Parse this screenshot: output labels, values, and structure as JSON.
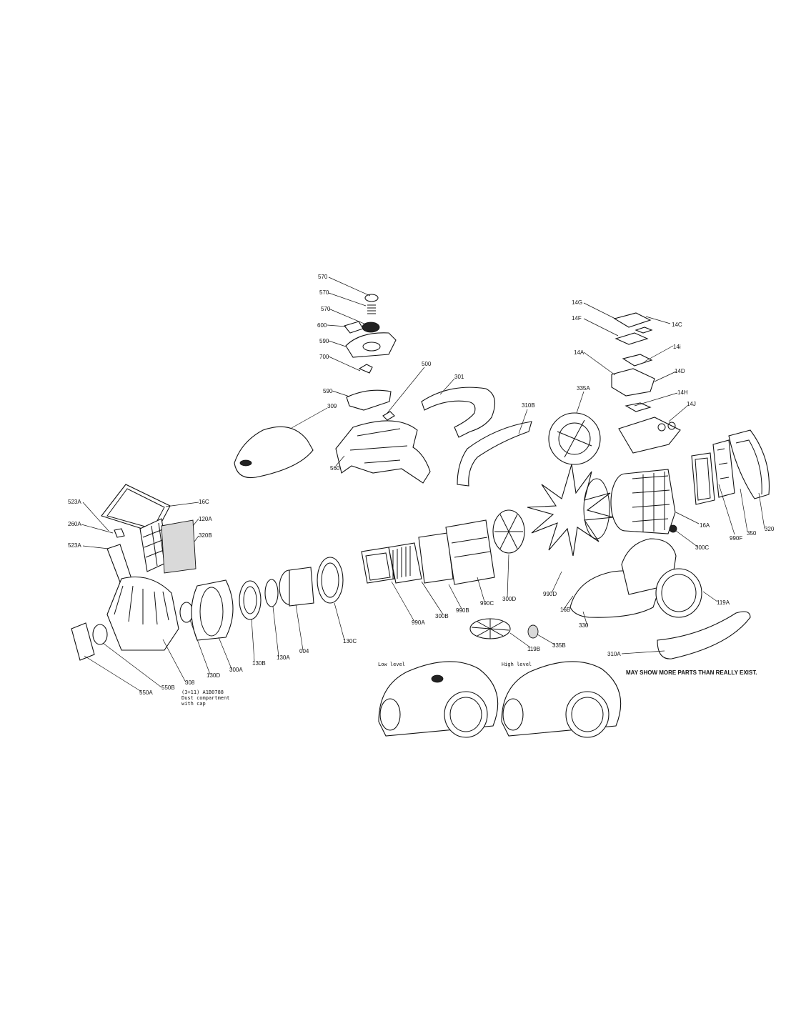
{
  "parts": {
    "p570a": "570",
    "p570b": "570",
    "p570c": "570",
    "p600": "600",
    "p590a": "590",
    "p700": "700",
    "p590b": "590",
    "p500": "500",
    "p301": "301",
    "p309": "309",
    "p560": "560",
    "p310B": "310B",
    "p335A": "335A",
    "p14G": "14G",
    "p14C": "14C",
    "p14F": "14F",
    "p14i": "14i",
    "p14A": "14A",
    "p14D": "14D",
    "p14H": "14H",
    "p14J": "14J",
    "p16A": "16A",
    "p990F": "990F",
    "p350": "350",
    "p320": "320",
    "p300C": "300C",
    "p990D": "990D",
    "p16B": "16B",
    "p330": "330",
    "p119A": "119A",
    "p310A": "310A",
    "p523A1": "523A",
    "p260A": "260A",
    "p523A2": "523A",
    "p16C": "16C",
    "p120A": "120A",
    "p320B": "320B",
    "p550A": "550A",
    "p550B": "550B",
    "p308": "308",
    "p130D": "130D",
    "p300A": "300A",
    "p130B": "130B",
    "p130A": "130A",
    "p004": "004",
    "p130C": "130C",
    "p990A": "990A",
    "p300B": "300B",
    "p990B": "990B",
    "p990C": "990C",
    "p300D": "300D",
    "p119B": "119B",
    "p335B": "335B"
  },
  "notes": {
    "dust_line1": "(3+11) A1B0788",
    "dust_line2": "Dust compartment",
    "dust_line3": "with cap",
    "low_level": "Low level",
    "high_level": "High level",
    "disclaimer": "MAY SHOW MORE PARTS THAN REALLY EXIST."
  }
}
